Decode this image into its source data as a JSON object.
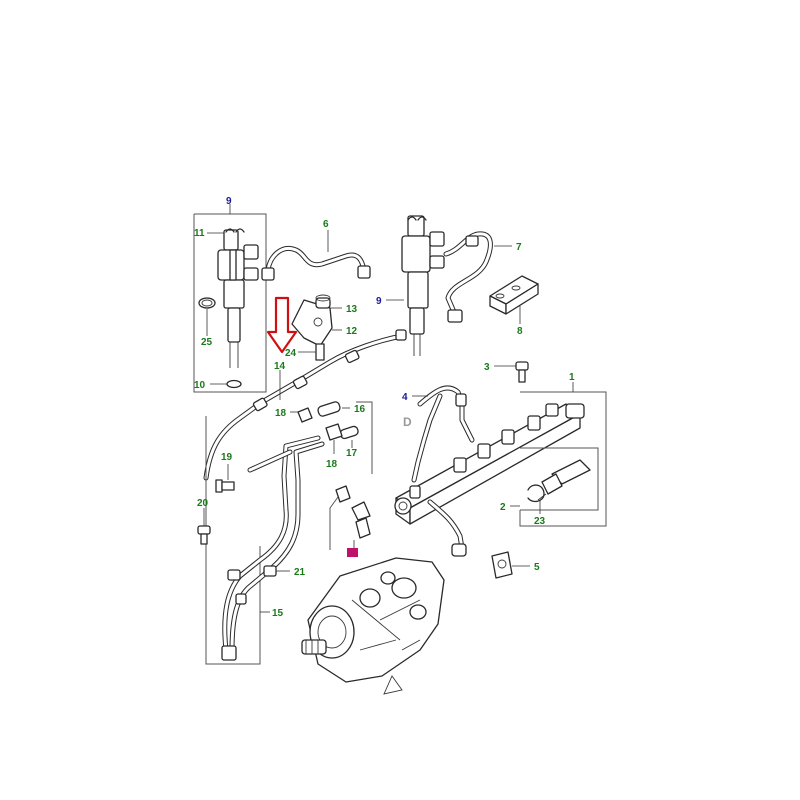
{
  "colors": {
    "callout_green": "#1a7a1a",
    "callout_blue": "#1a1a9a",
    "callout_gray": "#9a9a9a",
    "highlight_red": "#d01010",
    "highlight_magenta": "#c0106a",
    "line": "#2a2a2a"
  },
  "callouts": {
    "c1": "1",
    "c2": "2",
    "c3": "3",
    "c4": "4",
    "c5": "5",
    "c6": "6",
    "c7": "7",
    "c8": "8",
    "c9_kit": "9",
    "c9_injector": "9",
    "c10": "10",
    "c11": "11",
    "c12": "12",
    "c13": "13",
    "c14": "14",
    "c15": "15",
    "c16": "16",
    "c17": "17",
    "c18_left": "18",
    "c18_right": "18",
    "c19": "19",
    "c20": "20",
    "c21": "21",
    "c23": "23",
    "c24": "24",
    "c25": "25",
    "c_d": "D"
  },
  "icons": {
    "highlight_arrow": "down-arrow-icon",
    "highlight_marker": "square-marker-icon"
  }
}
